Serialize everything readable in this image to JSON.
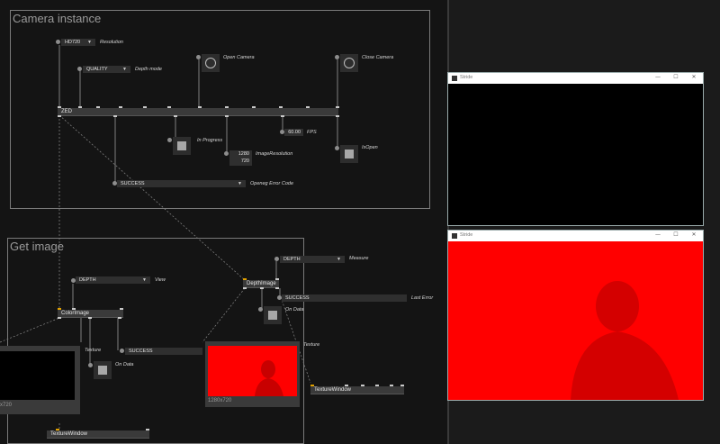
{
  "patch": {
    "camera_region": {
      "title": "Camera instance"
    },
    "image_region": {
      "title": "Get image"
    },
    "resolution": {
      "value": "HD720",
      "label": "Resolution"
    },
    "depth_mode": {
      "value": "QUALITY",
      "label": "Depth mode"
    },
    "open_camera": {
      "label": "Open Camera"
    },
    "close_camera": {
      "label": "Close Camera"
    },
    "zed_node": {
      "label": "ZED"
    },
    "in_progress": {
      "label": "In Progress"
    },
    "fps": {
      "value": "60.00",
      "label": "FPS"
    },
    "image_resolution": {
      "width": "1280",
      "height": "720",
      "label": "ImageResolution"
    },
    "is_open": {
      "label": "IsOpen"
    },
    "open_error": {
      "value": "SUCCESS",
      "label": "Openeg Error Code"
    },
    "measure": {
      "value": "DEPTH",
      "label": "Measure"
    },
    "depth_image_node": {
      "label": "DepthImage"
    },
    "last_error": {
      "value": "SUCCESS",
      "label": "Last Error"
    },
    "depth_on_data": {
      "label": "On Data"
    },
    "view": {
      "value": "DEPTH",
      "label": "View"
    },
    "color_image_node": {
      "label": "ColorImage"
    },
    "texture_left": {
      "label": "Texture"
    },
    "color_status": {
      "value": "SUCCESS"
    },
    "color_on_data": {
      "label": "On Data"
    },
    "texture_right": {
      "label": "Texture"
    },
    "preview_left": {
      "label": "x720"
    },
    "preview_right": {
      "label": "1280x720"
    },
    "texture_window_left": {
      "label": "TextureWindow"
    },
    "texture_window_right": {
      "label": "TextureWindow"
    }
  },
  "windows": {
    "top": {
      "title": "Stride",
      "minimize": "—",
      "maximize": "☐",
      "close": "✕"
    },
    "bottom": {
      "title": "Stride",
      "minimize": "—",
      "maximize": "☐",
      "close": "✕"
    }
  },
  "colors": {
    "red_image": "#ff0000",
    "patch_bg": "#141414",
    "accent_pin": "#e0a000"
  }
}
